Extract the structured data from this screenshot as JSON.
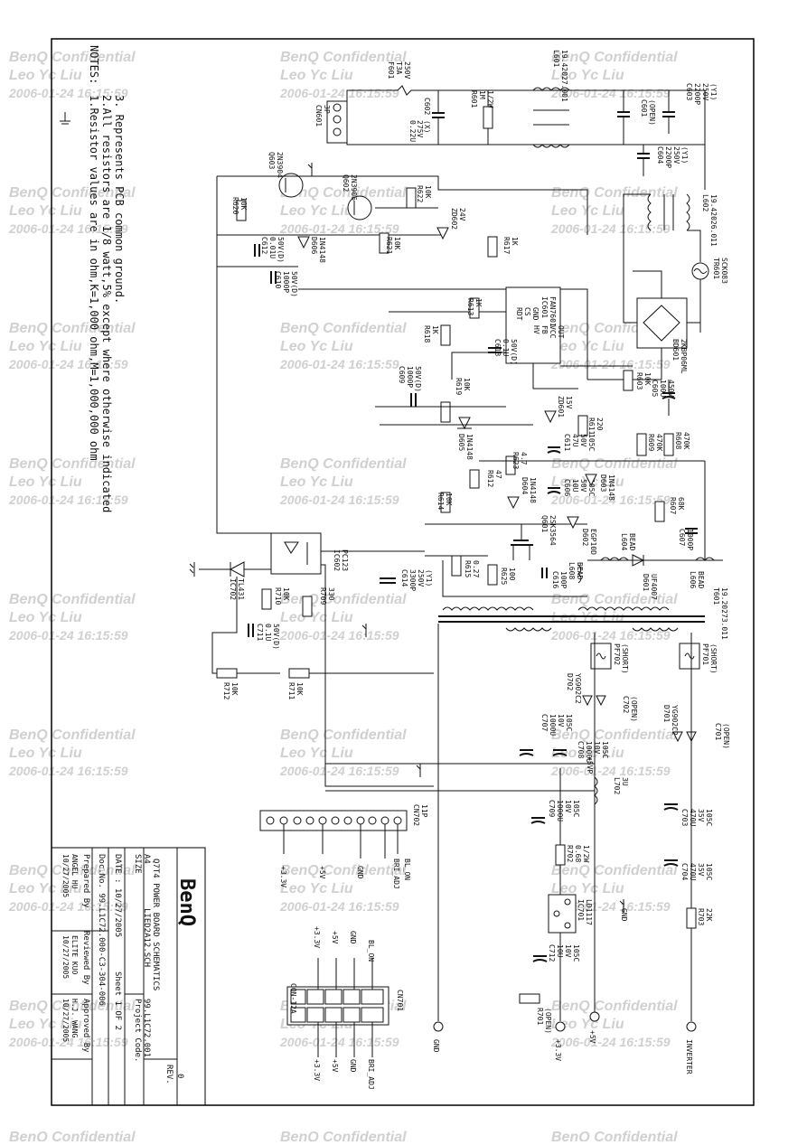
{
  "watermark": {
    "line1": "BenQ Confidential",
    "line2": "Leo Yc Liu",
    "line3": "2006-01-24 16:15:59"
  },
  "notes": {
    "title": "NOTES:",
    "items": [
      "1.Resistor values are in ohm,K=1,000 ohm,M=1,000,000 ohm",
      "2.All resistors are 1/8 watt,5% except where otherwise indicated",
      "3.        Represents PCB common ground."
    ]
  },
  "title_block": {
    "logo": "BenQ",
    "title": "Q7T4  POWER BOARD  SCHEMATICS",
    "size_label": "SIZE",
    "size": "A4",
    "file": "LIED2A12.SCH",
    "project_label": "Project Code.",
    "project": "99.L1C72.001",
    "rev_label": "REV.",
    "rev": "0",
    "date_label": "DATE : 10/27/2005",
    "sheet": "Sheet  1  OF  2",
    "doc_no": "Doc.No. 99.L1C72.000-C3-304-006",
    "prepared_label": "Prepared By",
    "prepared": "ANGEL HU",
    "prepared_date": "10/27/2005",
    "reviewed_label": "Reviewed By",
    "reviewed": "ELITE KUO",
    "reviewed_date": "10/27/2005",
    "approved_label": "Approved By",
    "approved": "H.J. WANG",
    "approved_date": "10/27/2005"
  },
  "components": {
    "cn601": "CN601",
    "cn601_pins": "3P",
    "f601": "F601",
    "f601_val": "T3A",
    "f601_v": "250V",
    "c602": "C602",
    "c602_val": "0.22U",
    "c602_v": "275V",
    "c602_t": "(X)",
    "r601": "R601",
    "r601_val": "1M",
    "r601_w": "1/2W",
    "l601": "L601",
    "l601_pn": "19.42027.001",
    "c601": "C601",
    "c601_val": "(OPEN)",
    "c603": "C603",
    "c603_val": "2200P",
    "c603_v": "250V",
    "c603_t": "(Y1)",
    "c604": "C604",
    "c604_val": "2200P",
    "c604_v": "250V",
    "c604_t": "(Y1)",
    "l602": "L602",
    "l602_pn": "19.42026.011",
    "tr601": "TR601",
    "tr601_val": "SCK083",
    "bd601": "BD601",
    "bd601_val": "2KBP06ML",
    "q603": "Q603",
    "q603_val": "2N3904",
    "q602": "Q602",
    "q602_val": "2N3906",
    "r620": "R620",
    "r620_val": "10K",
    "r622": "R622",
    "r622_val": "10K",
    "r621": "R621",
    "r621_val": "10K",
    "zd602": "ZD602",
    "zd602_val": "24V",
    "r617": "R617",
    "r617_val": "1K",
    "c612": "C612",
    "c612_val": "0.01U",
    "c612_v": "50V(D)",
    "d606": "D606",
    "d606_val": "1N4148",
    "c610": "C610",
    "c610_val": "1000P",
    "c610_v": "50V(D)",
    "ic601": "IC601",
    "ic601_val": "FAN7601",
    "ic601_pins": [
      "RDT",
      "CS",
      "GND",
      "OUT",
      "VCC",
      "FB",
      "HV"
    ],
    "r613": "R613",
    "r613_val": "1K",
    "r618": "R618",
    "r618_val": "1K",
    "c613": "C613",
    "c613_val": "0.1U",
    "c613_v": "50V(D)",
    "c609": "C609",
    "c609_val": "1000P",
    "c609_v": "50V(D)",
    "r619": "R619",
    "r619_val": "10K",
    "d605": "D605",
    "d605_val": "1N4148",
    "zd601": "ZD601",
    "zd601_val": "15V",
    "r611": "R611",
    "r611_val": "220",
    "c611": "C611",
    "c611_val": "47U",
    "c611_v": "50V",
    "c611_t": "105C",
    "c606": "C606",
    "c606_val": "10U",
    "c606_v": "50V",
    "c606_t": "105C",
    "d603": "D603",
    "d603_val": "1N4148",
    "r623": "R623",
    "r623_val": "4.7",
    "r612": "R612",
    "r612_val": "47",
    "d604": "D604",
    "d604_val": "1N4148",
    "r614": "R614",
    "r614_val": "10K",
    "q601": "Q601",
    "q601_val": "2SK3564",
    "r615": "R615",
    "r615_val": "0.27",
    "r625": "R625",
    "r625_val": "100",
    "c616": "C616",
    "c616_val": "100P",
    "d602": "D602",
    "d602_val": "EGP10D",
    "l608": "L608",
    "l608_val": "BEAD",
    "r603": "R603",
    "r603_val": "10K",
    "c605": "C605",
    "c605_val": "100U",
    "c605_v": "450V",
    "r608": "R608",
    "r608_val": "470K",
    "r609": "R609",
    "r609_val": "470K",
    "r607": "R607",
    "r607_val": "68K",
    "c607": "C607",
    "c607_val": "1000P",
    "l604": "L604",
    "l604_val": "BEAD",
    "d601": "D601",
    "d601_val": "UF4007",
    "l606": "L606",
    "l606_val": "BEAD",
    "t601": "T601",
    "t601_pn": "19.20273.011",
    "ic602": "IC602",
    "ic602_val": "PC123",
    "c614": "C614",
    "c614_val": "3300P",
    "c614_v": "250V",
    "c614_t": "(Y1)",
    "ic702": "IC702",
    "ic702_val": "TL431",
    "r710": "R710",
    "r710_val": "10K",
    "r709": "R709",
    "r709_val": "330",
    "c711": "C711",
    "c711_val": "0.1U",
    "c711_v": "50V(D)",
    "r711": "R711",
    "r711_val": "10K",
    "r712": "R712",
    "r712_val": "10K",
    "pf702": "PF702",
    "pf702_val": "(SHORT)",
    "pf701": "PF701",
    "pf701_val": "(SHORT)",
    "d702": "D702",
    "d702_val": "YG902C2",
    "d701": "D701",
    "d701_val": "YG902C2",
    "c702": "C702",
    "c702_val": "(OPEN)",
    "c701": "C701",
    "c701_val": "(OPEN)",
    "c707": "C707",
    "c707_val": "1000U",
    "c707_v": "10V",
    "c707_t": "105C",
    "c708": "C708",
    "c708_val": "1000U",
    "c708_v": "10V",
    "c708_t": "105C",
    "c709": "C709",
    "c709_val": "1000U",
    "c709_v": "10V",
    "c709_t": "105C",
    "c703": "C703",
    "c703_val": "470U",
    "c703_v": "35V",
    "c703_t": "105C",
    "c704": "C704",
    "c704_val": "470U",
    "c704_v": "35V",
    "c704_t": "105C",
    "l702": "L702",
    "l702_val": "3U",
    "r702": "R702",
    "r702_val": "0.68",
    "r702_w": "1/2W",
    "r703": "R703",
    "r703_val": "22K",
    "ic701": "IC701",
    "ic701_val": "LD1117",
    "c712": "C712",
    "c712_val": "10U",
    "c712_v": "10V",
    "c712_t": "105C",
    "r701": "R701",
    "r701_val": "(OPEN)",
    "cn702": "CN702",
    "cn702_pins": "11P",
    "cn701": "CN701",
    "cn701_val": "CON-12A"
  },
  "nets": {
    "bri_adj": "BRI_ADJ",
    "bl_on": "BL_ON",
    "gnd": "GND",
    "p5v": "+5V",
    "p33v": "+3.3V",
    "p5vp": "+5VP",
    "inverter": "INVERTER",
    "gnd_out": "GND",
    "p5v_out": "+5V",
    "p33v_out": "+3.3V"
  }
}
